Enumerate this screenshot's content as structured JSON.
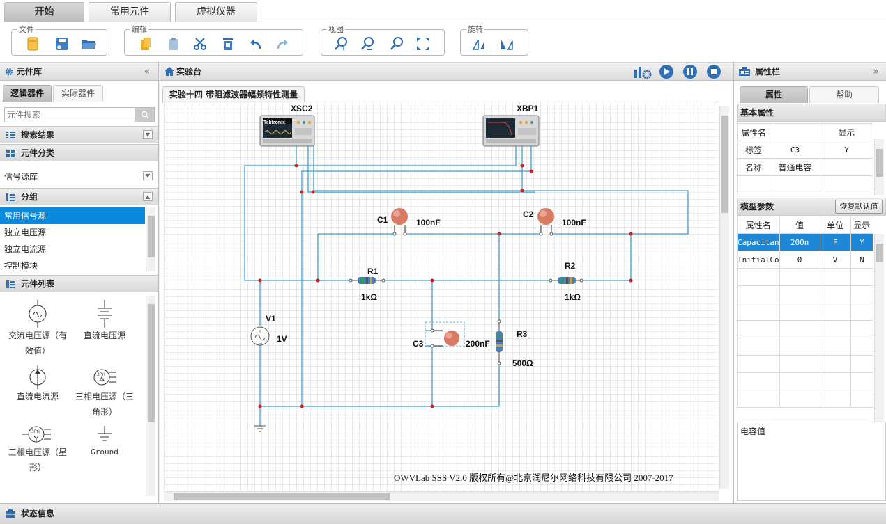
{
  "tabs": [
    "开始",
    "常用元件",
    "虚拟仪器"
  ],
  "toolbar": {
    "groups": {
      "file": "文件",
      "edit": "编辑",
      "view": "视图",
      "rotate": "旋转"
    }
  },
  "left": {
    "title": "元件库",
    "tabs": [
      "逻辑器件",
      "实际器件"
    ],
    "search_placeholder": "元件搜索",
    "sec_search": "搜索结果",
    "sec_category": "元件分类",
    "category_value": "信号源库",
    "sec_group": "分组",
    "groups": [
      "常用信号源",
      "独立电压源",
      "独立电流源",
      "控制模块"
    ],
    "sec_list": "元件列表",
    "components": [
      "交流电压源（有效值）",
      "直流电压源",
      "直流电流源",
      "三相电压源（三角形）",
      "三相电压源（星形）",
      "Ground"
    ]
  },
  "center": {
    "title": "实验台",
    "doc_tab": "实验十四 带阻滤波器幅频特性测量",
    "copyright": "OWVLab SSS V2.0 版权所有@北京润尼尔网络科技有限公司  2007-2017",
    "instruments": {
      "osc": "XSC2",
      "bode": "XBP1",
      "osc_brand": "Tektronix"
    },
    "parts": {
      "c1": "C1",
      "c1v": "100nF",
      "c2": "C2",
      "c2v": "100nF",
      "c3": "C3",
      "c3v": "200nF",
      "r1": "R1",
      "r1v": "1kΩ",
      "r2": "R2",
      "r2v": "1kΩ",
      "r3": "R3",
      "r3v": "500Ω",
      "v1": "V1",
      "v1v": "1V"
    }
  },
  "right": {
    "title": "属性栏",
    "tabs": [
      "属性",
      "帮助"
    ],
    "basic_title": "基本属性",
    "basic_headers": [
      "属性名",
      "",
      "显示"
    ],
    "basic_rows": [
      [
        "标签",
        "C3",
        "Y"
      ],
      [
        "名称",
        "普通电容",
        ""
      ]
    ],
    "model_title": "模型参数",
    "reset_btn": "恢复默认值",
    "model_headers": [
      "属性名",
      "值",
      "单位",
      "显示"
    ],
    "model_rows": [
      [
        "Capacitan",
        "200n",
        "F",
        "Y"
      ],
      [
        "InitialCo",
        "0",
        "V",
        "N"
      ]
    ],
    "desc": "电容值"
  },
  "status": "状态信息",
  "colors": {
    "wire": "#3da2d8",
    "node": "#d32020",
    "selected_row": "#1e88d8"
  }
}
